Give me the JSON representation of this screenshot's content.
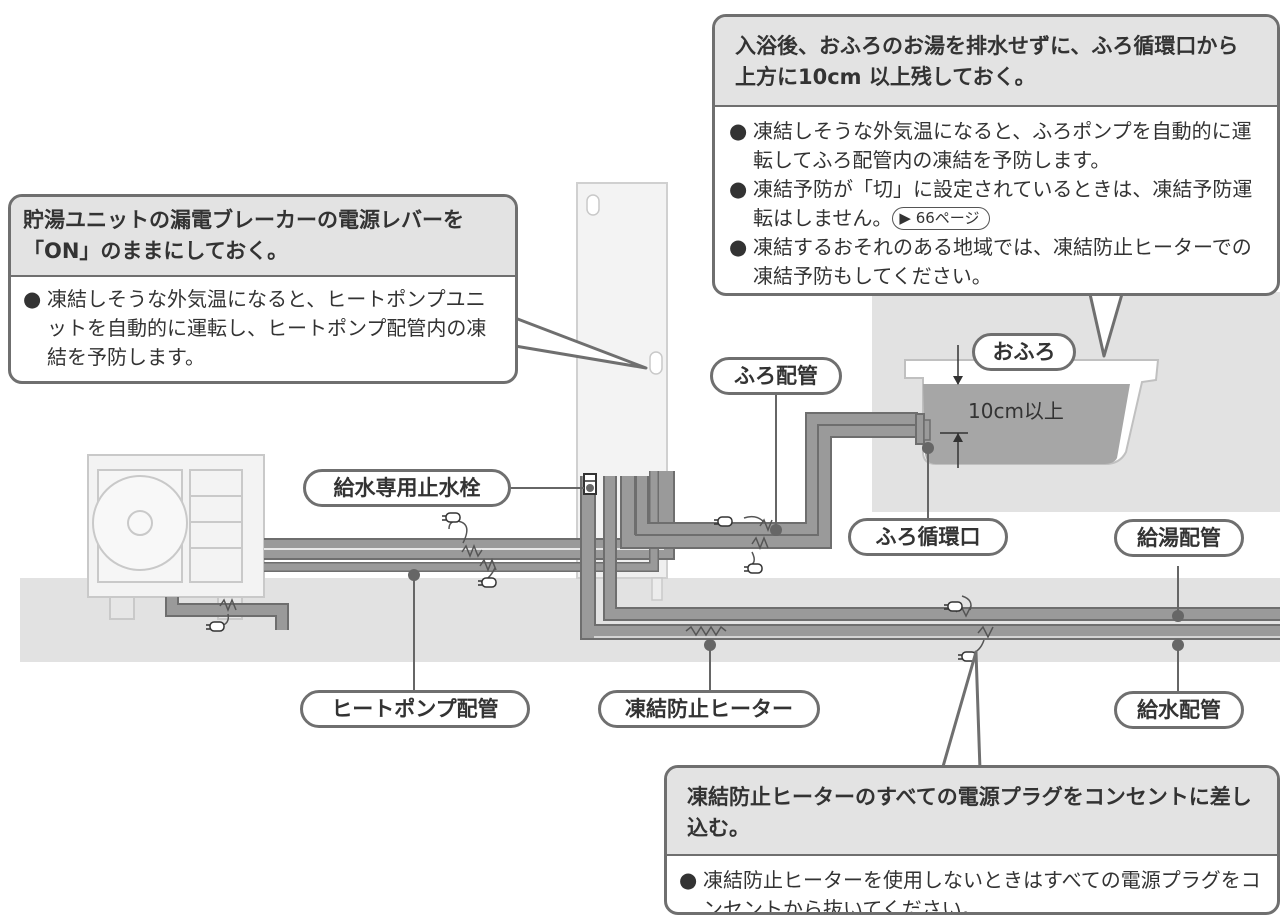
{
  "callouts": {
    "breaker": {
      "header": "貯湯ユニットの漏電ブレーカーの電源レバーを「ON」のままにしておく。",
      "bullets": [
        "凍結しそうな外気温になると、ヒートポンプユニットを自動的に運転し、ヒートポンプ配管内の凍結を予防します。"
      ]
    },
    "bath": {
      "header": "入浴後、おふろのお湯を排水せずに、ふろ循環口から上方に10cm 以上残しておく。",
      "bullets": [
        "凍結しそうな外気温になると、ふろポンプを自動的に運転してふろ配管内の凍結を予防します。",
        "凍結予防が「切」に設定されているときは、凍結予防運転はしません。",
        "凍結するおそれのある地域では、凍結防止ヒーターでの凍結予防もしてください。"
      ],
      "page_ref": "▶ 66ページ"
    },
    "heater": {
      "header": "凍結防止ヒーターのすべての電源プラグをコンセントに差し込む。",
      "bullets": [
        "凍結防止ヒーターを使用しないときはすべての電源プラグをコンセントから抜いてください。"
      ]
    }
  },
  "labels": {
    "bath": "おふろ",
    "bath_pipe": "ふろ配管",
    "water_valve": "給水専用止水栓",
    "bath_port": "ふろ循環口",
    "hot_pipe": "給湯配管",
    "hp_pipe": "ヒートポンプ配管",
    "heater": "凍結防止ヒーター",
    "supply_pipe": "給水配管"
  },
  "water_level": "10cm以上",
  "bullet_mark": "●",
  "colors": {
    "pipe": "#9a9a9a",
    "pipe_edge": "#6e6e6e",
    "ground": "#e2e2e2",
    "unit": "#f3f3f3",
    "callout_border": "#6f6f6f",
    "callout_header": "#e3e3e3"
  }
}
